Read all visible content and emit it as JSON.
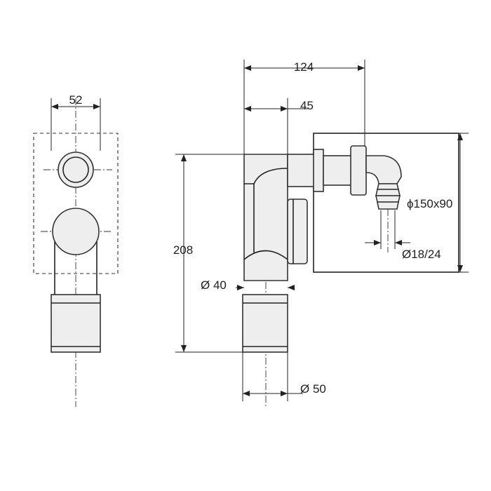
{
  "dimensions": {
    "width_front": "52",
    "total_depth": "124",
    "inner_depth": "45",
    "height": "208",
    "box_size": "ϕ150x90",
    "hose_diameter": "Ø18/24",
    "pipe_diameter": "Ø 40",
    "outlet_diameter": "Ø 50"
  },
  "colors": {
    "line": "#222222",
    "fill": "#eeeeee"
  }
}
